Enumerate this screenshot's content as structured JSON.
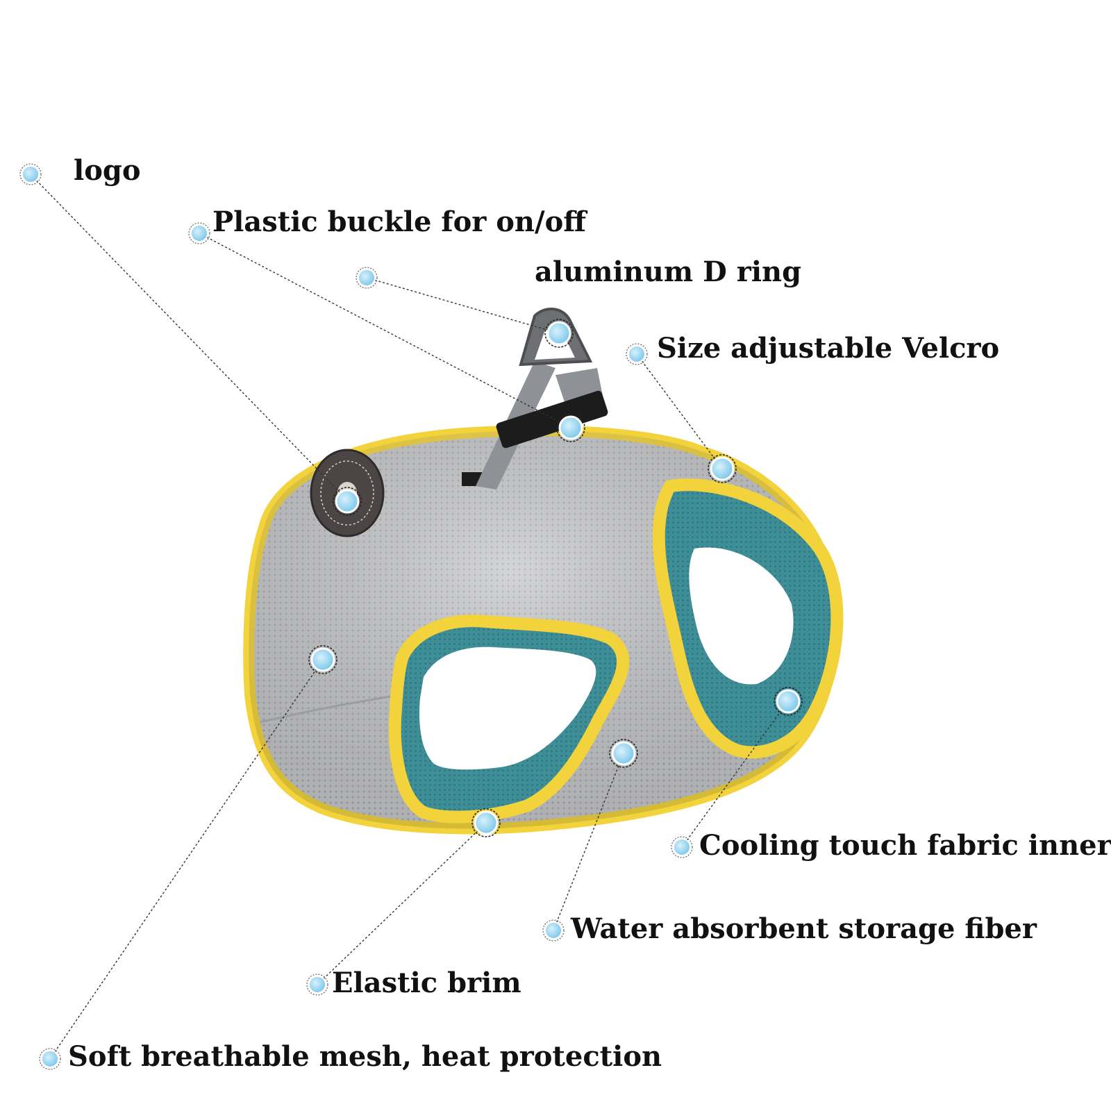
{
  "labels": {
    "logo": "logo",
    "buckle": "Plastic buckle for on/off",
    "d_ring": "aluminum D ring",
    "velcro": "Size adjustable Velcro",
    "cooling_inner": "Cooling touch fabric inner",
    "water_fiber": "Water absorbent storage fiber",
    "elastic_brim": "Elastic brim",
    "mesh": "Soft breathable mesh, heat protection"
  },
  "colors": {
    "mesh_gray": "#c4c5c7",
    "trim_yellow": "#f2d33b",
    "inner_teal": "#3f8f98",
    "strap_gray": "#8c8f93",
    "marker_blue": "#8fd3f0",
    "label_text": "#111111"
  }
}
